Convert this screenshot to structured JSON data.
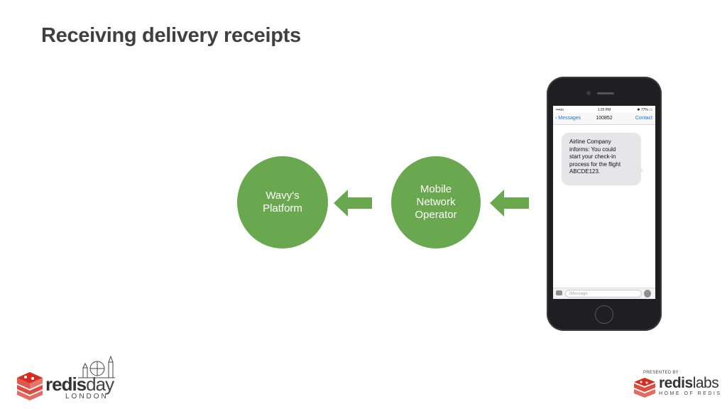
{
  "slide": {
    "title": "Receiving delivery receipts"
  },
  "diagram": {
    "node_color": "#6aa84f",
    "nodes": [
      {
        "id": "wavy",
        "label": "Wavy's\nPlatform"
      },
      {
        "id": "mno",
        "label": "Mobile\nNetwork\nOperator"
      }
    ],
    "edges": [
      {
        "from": "mno",
        "to": "wavy",
        "direction": "left"
      },
      {
        "from": "phone",
        "to": "mno",
        "direction": "left"
      }
    ]
  },
  "phone": {
    "status_carrier": "•••oo",
    "status_time": "1:20 PM",
    "status_battery": "✱ 77% ▭",
    "back_label": "Messages",
    "sender": "100852",
    "contact_label": "Contact",
    "message": "Airline Company\ninforms: You could\nstart your check-in\nprocess for the flight\nABCDE123.",
    "input_placeholder": "iMessage"
  },
  "footer": {
    "event_brand_bold": "redis",
    "event_brand_light": "day",
    "event_city": "LONDON",
    "presented_by": "PRESENTED BY",
    "sponsor_bold": "redis",
    "sponsor_light": "labs",
    "sponsor_tagline": "HOME OF REDIS",
    "redis_red": "#d82c20"
  }
}
